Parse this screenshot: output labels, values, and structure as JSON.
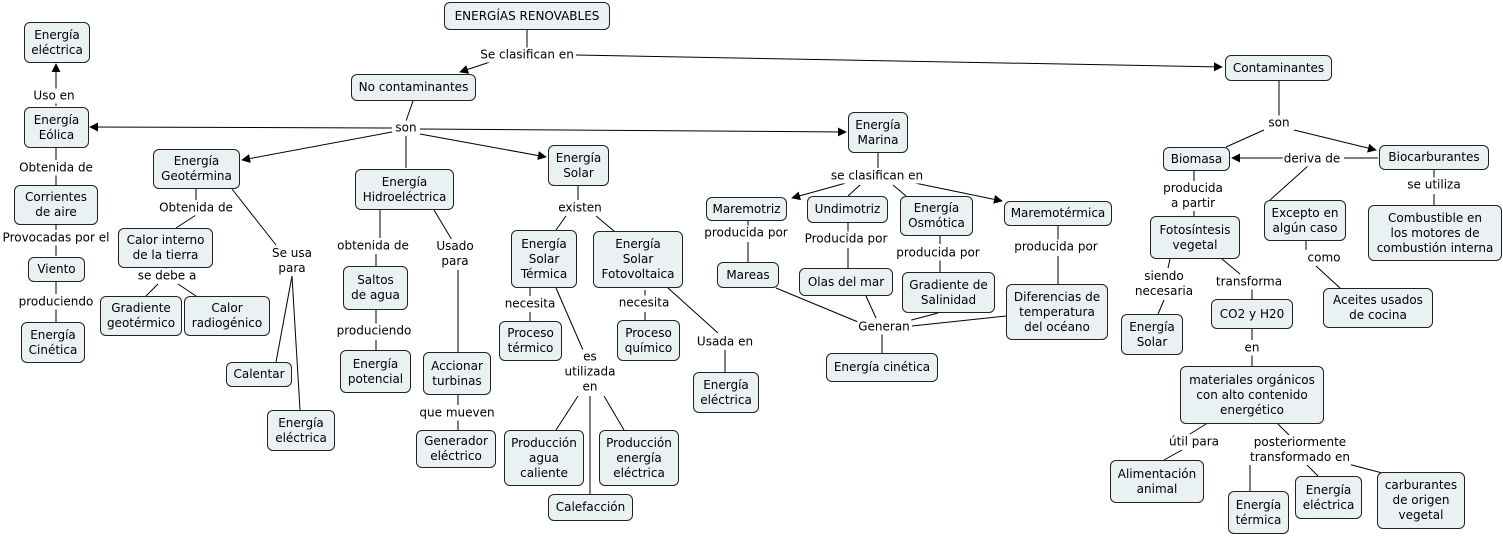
{
  "nodes": [
    {
      "id": "renovables",
      "text": "ENERGÍAS RENOVABLES"
    },
    {
      "id": "no_contaminantes",
      "text": "No contaminantes"
    },
    {
      "id": "contaminantes",
      "text": "Contaminantes"
    },
    {
      "id": "e_electrica_top",
      "text": "Energía\neléctrica"
    },
    {
      "id": "e_eolica",
      "text": "Energía\nEólica"
    },
    {
      "id": "corrientes_aire",
      "text": "Corrientes\nde aire"
    },
    {
      "id": "viento",
      "text": "Viento"
    },
    {
      "id": "e_cinetica_left",
      "text": "Energía\nCinética"
    },
    {
      "id": "e_geotermina",
      "text": "Energía\nGeotérmina"
    },
    {
      "id": "calor_interno",
      "text": "Calor interno\nde la tierra"
    },
    {
      "id": "gradiente_geo",
      "text": "Gradiente\ngeotérmico"
    },
    {
      "id": "calor_radio",
      "text": "Calor\nradiogénico"
    },
    {
      "id": "calentar",
      "text": "Calentar"
    },
    {
      "id": "e_electrica_geo",
      "text": "Energía\neléctrica"
    },
    {
      "id": "e_hidro",
      "text": "Energía\nHidroeléctrica"
    },
    {
      "id": "saltos_agua",
      "text": "Saltos\nde agua"
    },
    {
      "id": "e_potencial",
      "text": "Energía\npotencial"
    },
    {
      "id": "accionar_turbinas",
      "text": "Accionar\nturbinas"
    },
    {
      "id": "generador",
      "text": "Generador\neléctrico"
    },
    {
      "id": "e_solar",
      "text": "Energía\nSolar"
    },
    {
      "id": "solar_termica",
      "text": "Energía\nSolar\nTérmica"
    },
    {
      "id": "solar_fotovoltaica",
      "text": "Energía\nSolar\nFotovoltaica"
    },
    {
      "id": "proceso_termico",
      "text": "Proceso\ntérmico"
    },
    {
      "id": "proceso_quimico",
      "text": "Proceso\nquímico"
    },
    {
      "id": "e_electrica_solar",
      "text": "Energía\neléctrica"
    },
    {
      "id": "prod_agua",
      "text": "Producción\nagua\ncaliente"
    },
    {
      "id": "prod_energia",
      "text": "Producción\nenergía\neléctrica"
    },
    {
      "id": "calefaccion",
      "text": "Calefacción"
    },
    {
      "id": "e_marina",
      "text": "Energía\nMarina"
    },
    {
      "id": "maremotriz",
      "text": "Maremotriz"
    },
    {
      "id": "undimotriz",
      "text": "Undimotriz"
    },
    {
      "id": "osmotica",
      "text": "Energía\nOsmótica"
    },
    {
      "id": "maremotermica",
      "text": "Maremotérmica"
    },
    {
      "id": "mareas",
      "text": "Mareas"
    },
    {
      "id": "olas",
      "text": "Olas del mar"
    },
    {
      "id": "grad_salinidad",
      "text": "Gradiente de\nSalinidad"
    },
    {
      "id": "dif_temp",
      "text": "Diferencias de\ntemperatura\ndel océano"
    },
    {
      "id": "e_cinetica_mar",
      "text": "Energía cinética"
    },
    {
      "id": "biomasa",
      "text": "Biomasa"
    },
    {
      "id": "biocarburantes",
      "text": "Biocarburantes"
    },
    {
      "id": "fotosintesis",
      "text": "Fotosíntesis\nvegetal"
    },
    {
      "id": "e_solar_bio",
      "text": "Energía\nSolar"
    },
    {
      "id": "co2",
      "text": "CO2 y H20"
    },
    {
      "id": "materiales",
      "text": "materiales orgánicos\ncon alto contenido\nenergético"
    },
    {
      "id": "alimentacion",
      "text": "Alimentación\nanimal"
    },
    {
      "id": "e_termica",
      "text": "Energía\ntérmica"
    },
    {
      "id": "e_electrica_bio",
      "text": "Energía\neléctrica"
    },
    {
      "id": "carburantes",
      "text": "carburantes\nde origen\nvegetal"
    },
    {
      "id": "excepto",
      "text": "Excepto en\nalgún caso"
    },
    {
      "id": "aceites",
      "text": "Aceites usados\nde cocina"
    },
    {
      "id": "combustible",
      "text": "Combustible en\nlos motores de\ncombustión interna"
    }
  ],
  "links": [
    {
      "id": "clasifican",
      "text": "Se clasifican en"
    },
    {
      "id": "son_nc",
      "text": "son"
    },
    {
      "id": "son_c",
      "text": "son"
    },
    {
      "id": "uso_en",
      "text": "Uso en"
    },
    {
      "id": "obtenida_de_eol",
      "text": "Obtenida de"
    },
    {
      "id": "provocadas",
      "text": "Provocadas por el"
    },
    {
      "id": "produciendo_eol",
      "text": "produciendo"
    },
    {
      "id": "obtenida_de_geo",
      "text": "Obtenida de"
    },
    {
      "id": "se_debe",
      "text": "se debe a"
    },
    {
      "id": "se_usa",
      "text": "Se usa\npara"
    },
    {
      "id": "obtenida_de_hid",
      "text": "obtenida de"
    },
    {
      "id": "usado_para",
      "text": "Usado\npara"
    },
    {
      "id": "produciendo_hid",
      "text": "produciendo"
    },
    {
      "id": "que_mueven",
      "text": "que mueven"
    },
    {
      "id": "existen",
      "text": "existen"
    },
    {
      "id": "necesita_t",
      "text": "necesita"
    },
    {
      "id": "necesita_f",
      "text": "necesita"
    },
    {
      "id": "es_utilizada",
      "text": "es\nutilizada\nen"
    },
    {
      "id": "usada_en",
      "text": "Usada en"
    },
    {
      "id": "se_clasifican",
      "text": "se clasifican en"
    },
    {
      "id": "producida_por_1",
      "text": "producida por"
    },
    {
      "id": "producida_por_2",
      "text": "Producida por"
    },
    {
      "id": "producida_por_3",
      "text": "producida por"
    },
    {
      "id": "producida_por_4",
      "text": "producida por"
    },
    {
      "id": "generan",
      "text": "Generan"
    },
    {
      "id": "deriva_de",
      "text": "deriva de"
    },
    {
      "id": "se_utiliza",
      "text": "se utiliza"
    },
    {
      "id": "producida_partir",
      "text": "producida\na partir"
    },
    {
      "id": "siendo_necesaria",
      "text": "siendo\nnecesaria"
    },
    {
      "id": "transforma",
      "text": "transforma"
    },
    {
      "id": "en",
      "text": "en"
    },
    {
      "id": "util_para",
      "text": "útil para"
    },
    {
      "id": "posteriormente",
      "text": "posteriormente\ntransformado en"
    },
    {
      "id": "como",
      "text": "como"
    }
  ]
}
